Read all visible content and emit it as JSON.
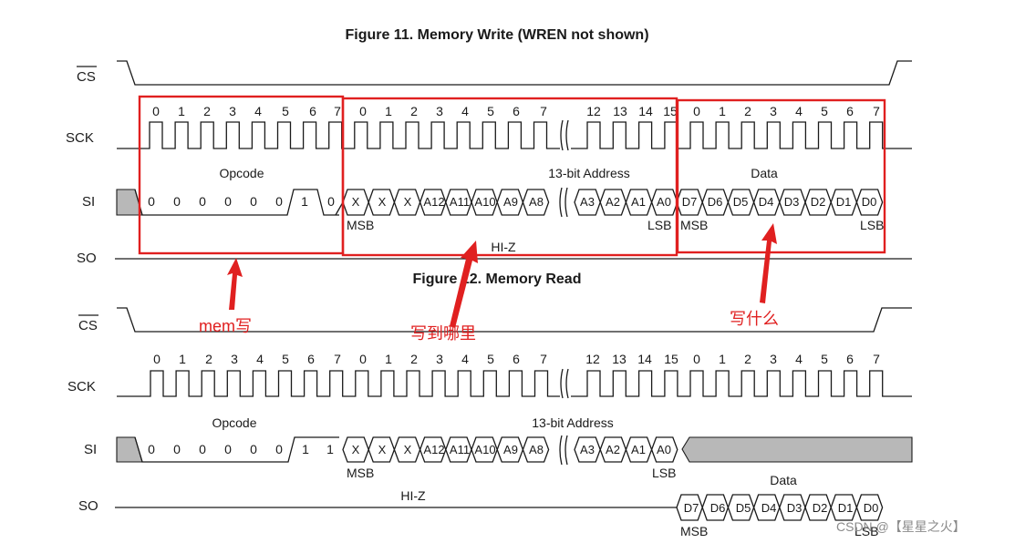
{
  "figure11": {
    "title": "Figure 11.  Memory Write (WREN not shown)",
    "signals": {
      "cs": "CS",
      "sck": "SCK",
      "si": "SI",
      "so": "SO"
    },
    "sck_numbers_opcode": [
      "0",
      "1",
      "2",
      "3",
      "4",
      "5",
      "6",
      "7"
    ],
    "sck_numbers_address": [
      "0",
      "1",
      "2",
      "3",
      "4",
      "5",
      "6",
      "7",
      "12",
      "13",
      "14",
      "15"
    ],
    "sck_numbers_data": [
      "0",
      "1",
      "2",
      "3",
      "4",
      "5",
      "6",
      "7"
    ],
    "opcode_label": "Opcode",
    "opcode_bits": [
      "0",
      "0",
      "0",
      "0",
      "0",
      "0",
      "1",
      "0"
    ],
    "address_label": "13-bit Address",
    "address_cells_high": [
      "X",
      "X",
      "X",
      "A12",
      "A11",
      "A10",
      "A9",
      "A8"
    ],
    "address_cells_low": [
      "A3",
      "A2",
      "A1",
      "A0"
    ],
    "data_label": "Data",
    "data_cells": [
      "D7",
      "D6",
      "D5",
      "D4",
      "D3",
      "D2",
      "D1",
      "D0"
    ],
    "msb": "MSB",
    "lsb": "LSB",
    "hiz": "HI-Z"
  },
  "figure12": {
    "title": "Figure 12.  Memory Read",
    "signals": {
      "cs": "CS",
      "sck": "SCK",
      "si": "SI",
      "so": "SO"
    },
    "sck_numbers": [
      "0",
      "1",
      "2",
      "3",
      "4",
      "5",
      "6",
      "7",
      "0",
      "1",
      "2",
      "3",
      "4",
      "5",
      "6",
      "7",
      "12",
      "13",
      "14",
      "15",
      "0",
      "1",
      "2",
      "3",
      "4",
      "5",
      "6",
      "7"
    ],
    "opcode_label": "Opcode",
    "opcode_bits": [
      "0",
      "0",
      "0",
      "0",
      "0",
      "0",
      "1",
      "1"
    ],
    "address_label": "13-bit Address",
    "address_cells_high": [
      "X",
      "X",
      "X",
      "A12",
      "A11",
      "A10",
      "A9",
      "A8"
    ],
    "address_cells_low": [
      "A3",
      "A2",
      "A1",
      "A0"
    ],
    "data_label": "Data",
    "data_cells": [
      "D7",
      "D6",
      "D5",
      "D4",
      "D3",
      "D2",
      "D1",
      "D0"
    ],
    "msb": "MSB",
    "lsb": "LSB",
    "hiz": "HI-Z"
  },
  "annotations": {
    "mem_write": "mem写",
    "write_where": "写到哪里",
    "write_what": "写什么"
  },
  "watermark": "CSDN @【星星之火】",
  "colors": {
    "annotation": "#e02020",
    "ink": "#1a1a1a",
    "shade": "#b8b8b8"
  }
}
